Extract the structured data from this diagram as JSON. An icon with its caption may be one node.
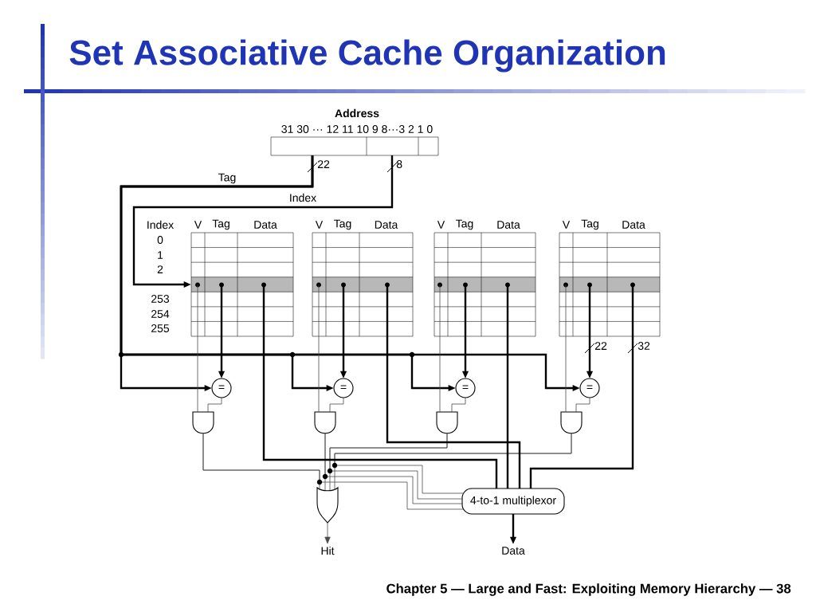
{
  "diagram": {
    "title": "Set Associative Cache Organization",
    "nodes": [
      {
        "text": [
          "Address",
          "31 30 ··· 12 11 10 9 8···3 2 1 0"
        ]
      },
      {
        "text": [
          "V",
          "Tag",
          "Data"
        ]
      },
      {
        "text": [
          "V",
          "Tag",
          "Data"
        ]
      },
      {
        "text": [
          "V",
          "Tag",
          "Data"
        ]
      },
      {
        "text": [
          "V",
          "Tag",
          "Data"
        ]
      },
      {
        "text": [
          "="
        ]
      },
      {
        "text": [
          "="
        ]
      },
      {
        "text": [
          "="
        ]
      },
      {
        "text": [
          "="
        ]
      },
      {
        "text": [],
        "shape": "gate"
      },
      {
        "text": [],
        "shape": "gate"
      },
      {
        "text": [],
        "shape": "gate"
      },
      {
        "text": [],
        "shape": "gate"
      },
      {
        "text": [],
        "shape": "gate"
      },
      {
        "text": [
          "4-to-1 multiplexor"
        ]
      },
      {
        "text": [
          "Hit"
        ]
      },
      {
        "text": [
          "Data"
        ]
      }
    ],
    "edges": [
      {
        "from": 0,
        "to": 1,
        "arrow": "to",
        "style": "thick",
        "label": "Index"
      },
      {
        "from": 0,
        "to": 5,
        "arrow": "to",
        "style": "thick",
        "label": "Tag"
      },
      {
        "from": 0,
        "to": 6,
        "arrow": "to",
        "style": "thick"
      },
      {
        "from": 0,
        "to": 7,
        "arrow": "to",
        "style": "thick"
      },
      {
        "from": 0,
        "to": 8,
        "arrow": "to",
        "style": "thick"
      },
      {
        "from": 1,
        "to": 5,
        "arrow": "to",
        "style": "thick"
      },
      {
        "from": 2,
        "to": 6,
        "arrow": "to",
        "style": "thick"
      },
      {
        "from": 3,
        "to": 7,
        "arrow": "to",
        "style": "thick"
      },
      {
        "from": 4,
        "to": 8,
        "arrow": "to",
        "style": "thick"
      },
      {
        "from": 1,
        "to": 9,
        "arrow": "none"
      },
      {
        "from": 2,
        "to": 10,
        "arrow": "none"
      },
      {
        "from": 3,
        "to": 11,
        "arrow": "none"
      },
      {
        "from": 4,
        "to": 12,
        "arrow": "none"
      },
      {
        "from": 5,
        "to": 9,
        "arrow": "none"
      },
      {
        "from": 6,
        "to": 10,
        "arrow": "none"
      },
      {
        "from": 7,
        "to": 11,
        "arrow": "none"
      },
      {
        "from": 8,
        "to": 12,
        "arrow": "none"
      },
      {
        "from": 9,
        "to": 13,
        "arrow": "none"
      },
      {
        "from": 10,
        "to": 13,
        "arrow": "none"
      },
      {
        "from": 11,
        "to": 13,
        "arrow": "none"
      },
      {
        "from": 12,
        "to": 13,
        "arrow": "none"
      },
      {
        "from": 9,
        "to": 14,
        "arrow": "none"
      },
      {
        "from": 10,
        "to": 14,
        "arrow": "none"
      },
      {
        "from": 11,
        "to": 14,
        "arrow": "none"
      },
      {
        "from": 12,
        "to": 14,
        "arrow": "none"
      },
      {
        "from": 1,
        "to": 14,
        "arrow": "none",
        "style": "thick"
      },
      {
        "from": 2,
        "to": 14,
        "arrow": "none",
        "style": "thick"
      },
      {
        "from": 3,
        "to": 14,
        "arrow": "none",
        "style": "thick"
      },
      {
        "from": 4,
        "to": 14,
        "arrow": "none",
        "style": "thick"
      },
      {
        "from": 13,
        "to": 15,
        "arrow": "to"
      },
      {
        "from": 14,
        "to": 16,
        "arrow": "to",
        "style": "thick"
      }
    ],
    "labels": [
      "22",
      "8",
      "Index",
      "0",
      "1",
      "2",
      "253",
      "254",
      "255",
      "22",
      "32",
      "Chapter 5 — Large and Fast: Exploiting Memory Hierarchy — 38"
    ]
  }
}
